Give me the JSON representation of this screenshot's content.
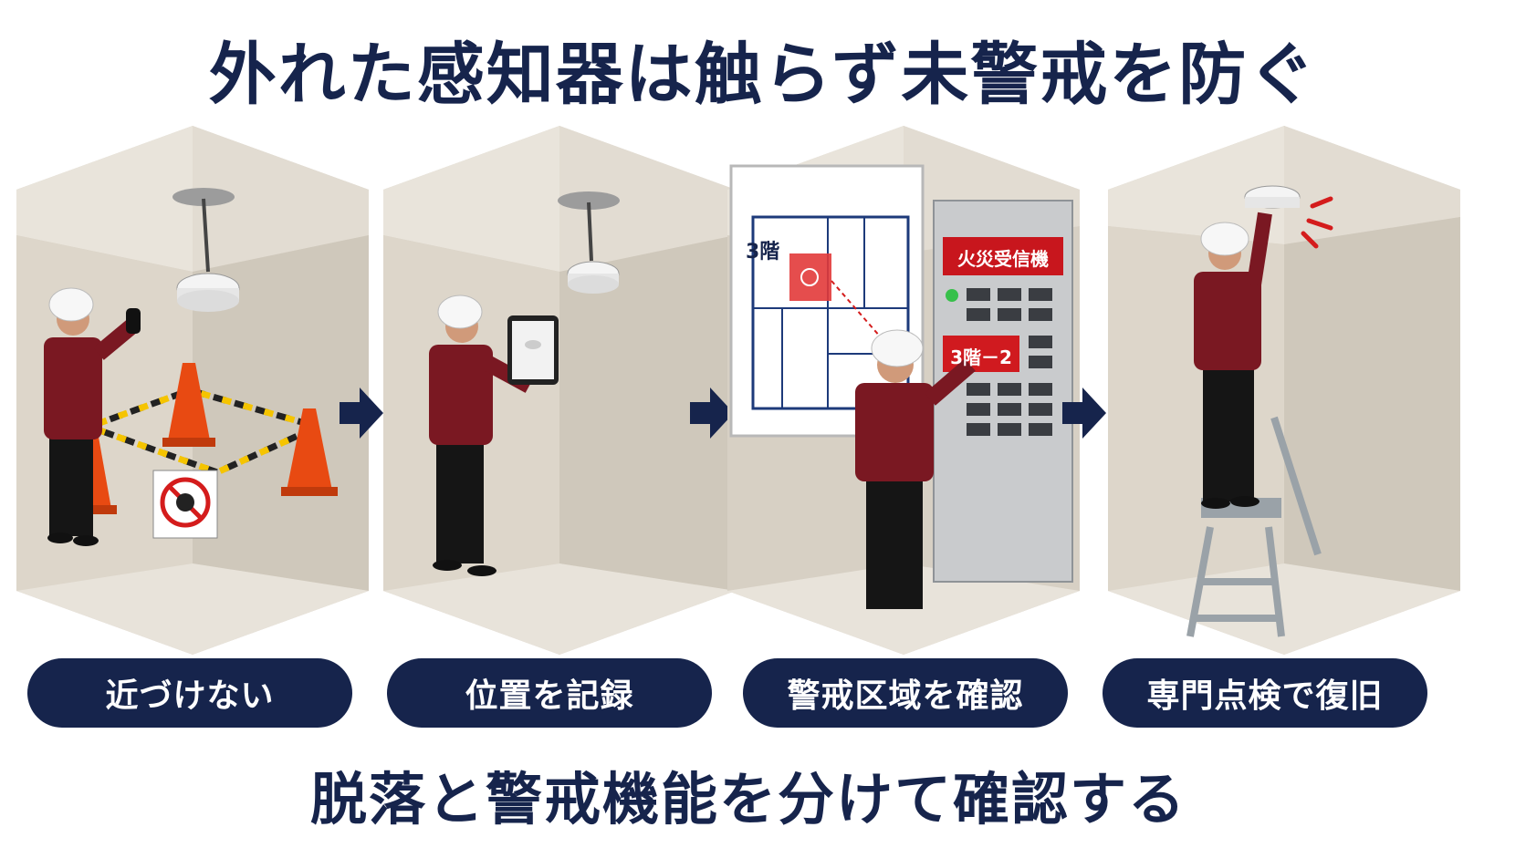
{
  "title": "外れた感知器は触らず未警戒を防ぐ",
  "steps": [
    {
      "label": "近づけない"
    },
    {
      "label": "位置を記録"
    },
    {
      "label": "警戒区域を確認"
    },
    {
      "label": "専門点検で復旧"
    }
  ],
  "panel3": {
    "map_label": "3階",
    "panel_title": "火災受信機",
    "zone_display": "3階－2"
  },
  "footer": "脱落と警戒機能を分けて確認する",
  "colors": {
    "navy": "#16244c",
    "maroon": "#7a1822",
    "panel_red": "#c8161d",
    "cone_orange": "#e84a12",
    "wall": "#d9d2c6"
  }
}
